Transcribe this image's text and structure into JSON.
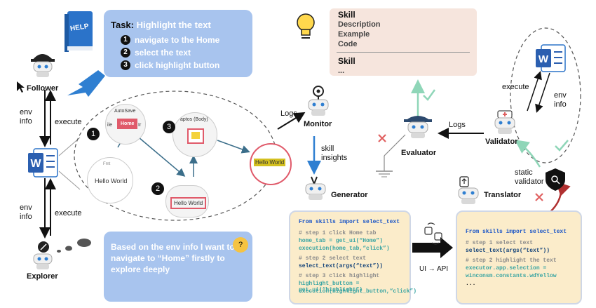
{
  "task": {
    "prefix": "Task:",
    "title_rest": " Highlight the text",
    "steps": [
      {
        "num": "1",
        "text": "navigate to the Home"
      },
      {
        "num": "2",
        "text": "select the text"
      },
      {
        "num": "3",
        "text": "click highlight button"
      }
    ]
  },
  "roles": {
    "follower": "Follower",
    "explorer": "Explorer",
    "monitor": "Monitor",
    "generator": "Generator",
    "evaluator": "Evaluator",
    "validator": "Validator",
    "translator": "Translator"
  },
  "edges": {
    "env_info_left": "env\ninfo",
    "execute_left": "execute",
    "env_info_left2": "env\ninfo",
    "execute_left2": "execute",
    "logs_monitor": "Logs",
    "skill_insights": "skill\ninsights",
    "logs_evaluator": "Logs",
    "execute_right": "execute",
    "env_info_right": "env\ninfo",
    "static_validator": "static\nvalidator",
    "ui_api": "UI → API"
  },
  "skill_card": {
    "lines": [
      "Skill",
      "Description",
      "Example",
      "Code",
      "Skill",
      "..."
    ]
  },
  "screens": {
    "s1_tab": "Home",
    "s1_autosave": "AutoSave",
    "s1_file": "ile",
    "s1_ins": "Ir",
    "s2_text": "Hello World",
    "s3_font": "aptos (Body)",
    "s4_text": "Hello World",
    "s5_text": "Hello World",
    "s2_fmt": "Fmt"
  },
  "explorer_note": "Based on the env info I want to navigate to “Home” firstly to explore deeply",
  "code_left": [
    {
      "cls": "kw",
      "t": "From skills import select_text"
    },
    {
      "cls": "cm",
      "t": "# step 1  click Home tab"
    },
    {
      "cls": "gr",
      "t": "home_tab = get_ui(“Home”)"
    },
    {
      "cls": "gr",
      "t": "execution(home_tab,“click”)"
    },
    {
      "cls": "cm",
      "t": "# step 2  select text"
    },
    {
      "cls": "fn",
      "t": "select_text(args(“text”))"
    },
    {
      "cls": "cm",
      "t": "# step 3  click highlight"
    },
    {
      "cls": "gr",
      "t": "highlight_button = get_ui(“highlight”)"
    },
    {
      "cls": "gr",
      "t": "execution(highlight_button,“click”)"
    }
  ],
  "code_right": [
    {
      "cls": "kw",
      "t": "From skills import select_text"
    },
    {
      "cls": "cm",
      "t": "# step 1  select text"
    },
    {
      "cls": "fn",
      "t": "select_text(args(“text”))"
    },
    {
      "cls": "cm",
      "t": "# step 2  highlight the text"
    },
    {
      "cls": "gr",
      "t": "executor.app.selection ="
    },
    {
      "cls": "gr",
      "t": "winconsm.constants.wdYellow"
    },
    {
      "cls": "st",
      "t": "..."
    }
  ],
  "icons": {
    "help_book": "HELP",
    "word": "W"
  },
  "badges": [
    "1",
    "2",
    "3"
  ],
  "colors": {
    "task_blue": "#a8c4ee",
    "code_bg": "#fbecca",
    "skill_bg": "#f6e5dd",
    "arrow_blue": "#2f7fd1",
    "check_green": "#8fd6b8",
    "cross_red": "#e06060"
  }
}
